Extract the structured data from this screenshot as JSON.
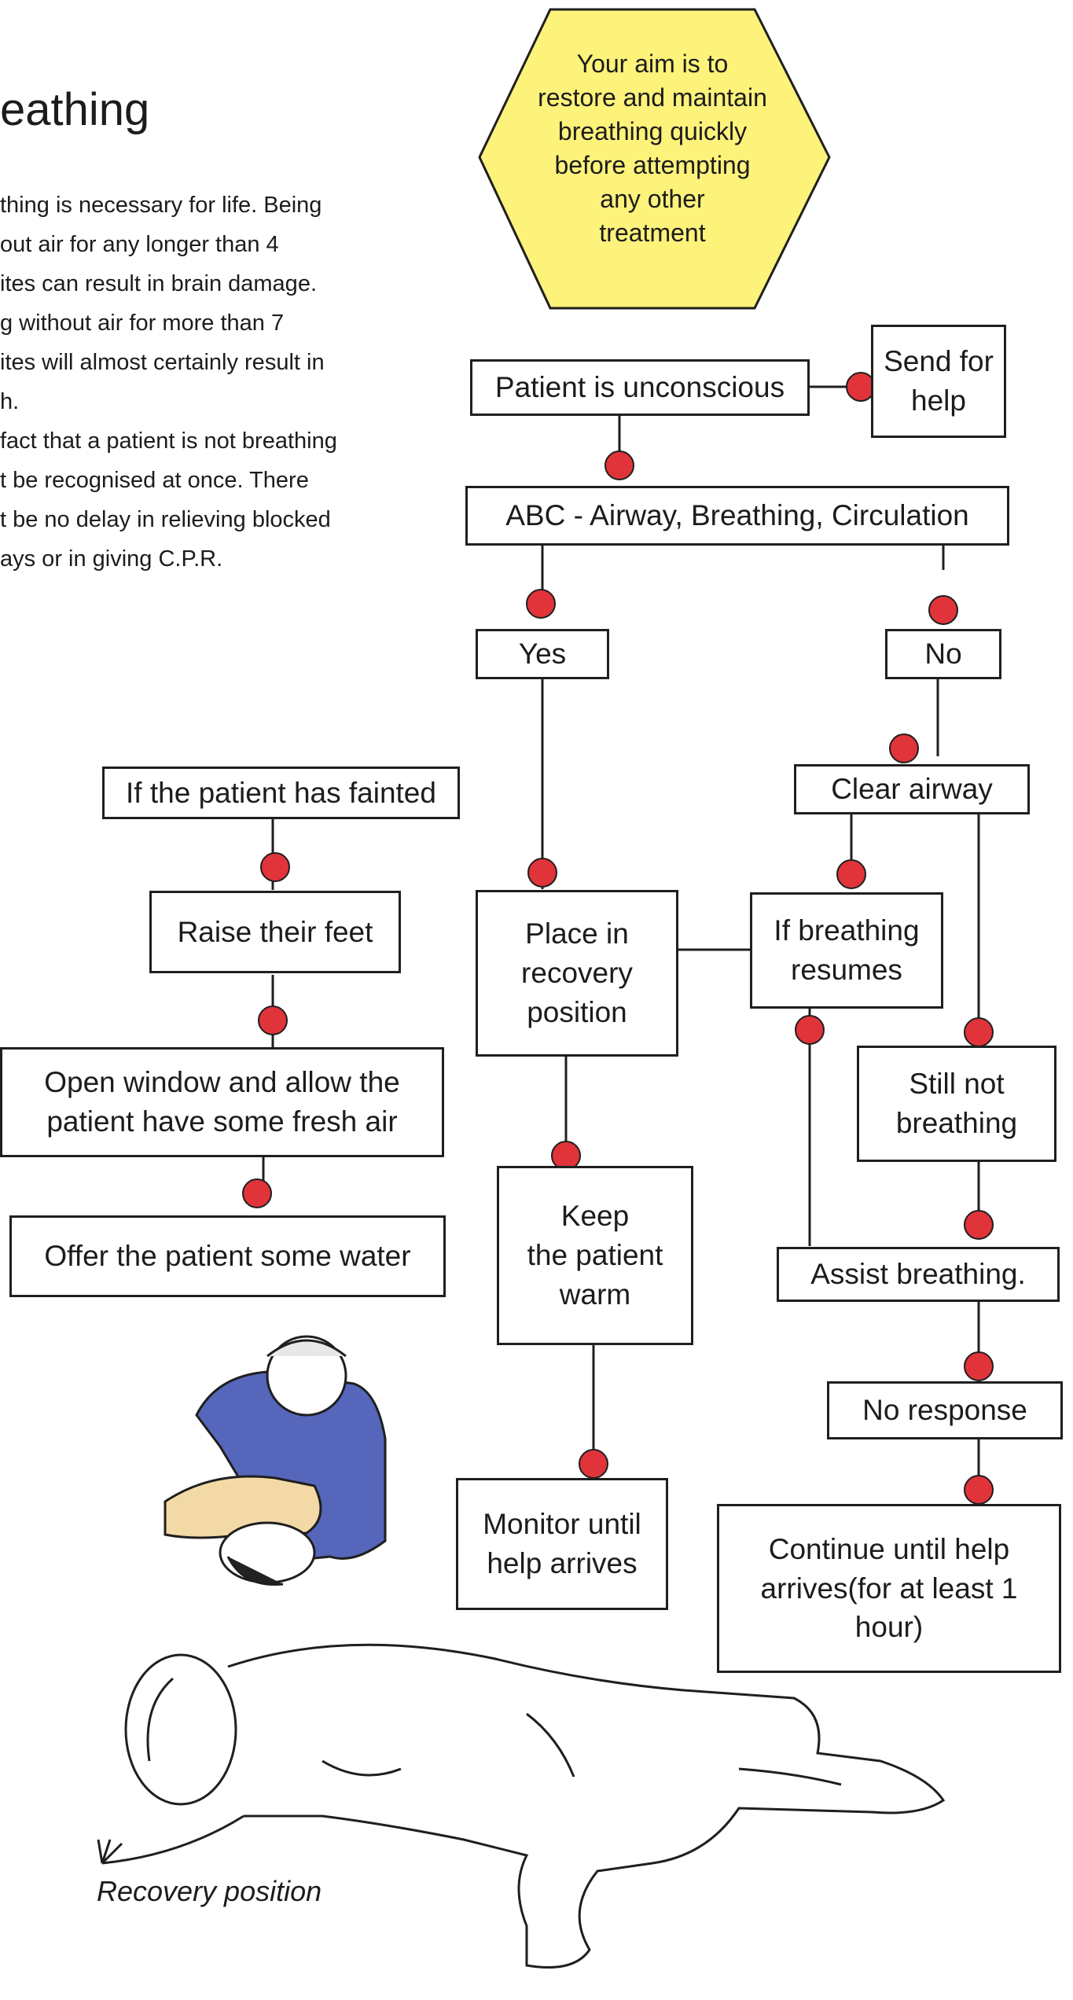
{
  "page": {
    "title": "eathing",
    "intro_lines": [
      "thing is necessary for life. Being",
      "out air for any longer than 4",
      "ites can result in brain damage.",
      "g without air for more than 7",
      "ites will almost certainly result in",
      "h.",
      "fact that a patient is not breathing",
      "t be recognised at once. There",
      "t be no delay in relieving blocked",
      "ays or in giving C.P.R."
    ],
    "caption": "Recovery position"
  },
  "flowchart": {
    "hexagon": "Your aim is to\nrestore and maintain\nbreathing quickly\nbefore attempting\nany other\ntreatment",
    "nodes": {
      "unconscious": "Patient is unconscious",
      "send_help": "Send for\nhelp",
      "abc": "ABC - Airway, Breathing, Circulation",
      "yes": "Yes",
      "no": "No",
      "fainted": "If the patient has fainted",
      "clear_airway": "Clear airway",
      "raise_feet": "Raise their feet",
      "recovery_position": "Place in\nrecovery\nposition",
      "breathing_resumes": "If breathing\nresumes",
      "still_not_breathing": "Still not\nbreathing",
      "open_window": "Open window and allow the\npatient have some fresh air",
      "keep_warm": "Keep\nthe patient\nwarm",
      "offer_water": "Offer the patient some water",
      "assist_breathing": "Assist breathing.",
      "no_response": "No response",
      "monitor": "Monitor until\nhelp arrives",
      "continue": "Continue until help\narrives(for at least 1\nhour)"
    },
    "colors": {
      "hexagon_fill": "#fdf27a",
      "connector_dot": "#e0343a",
      "line": "#1f1f1f",
      "figure_shirt": "#5566bb"
    }
  }
}
